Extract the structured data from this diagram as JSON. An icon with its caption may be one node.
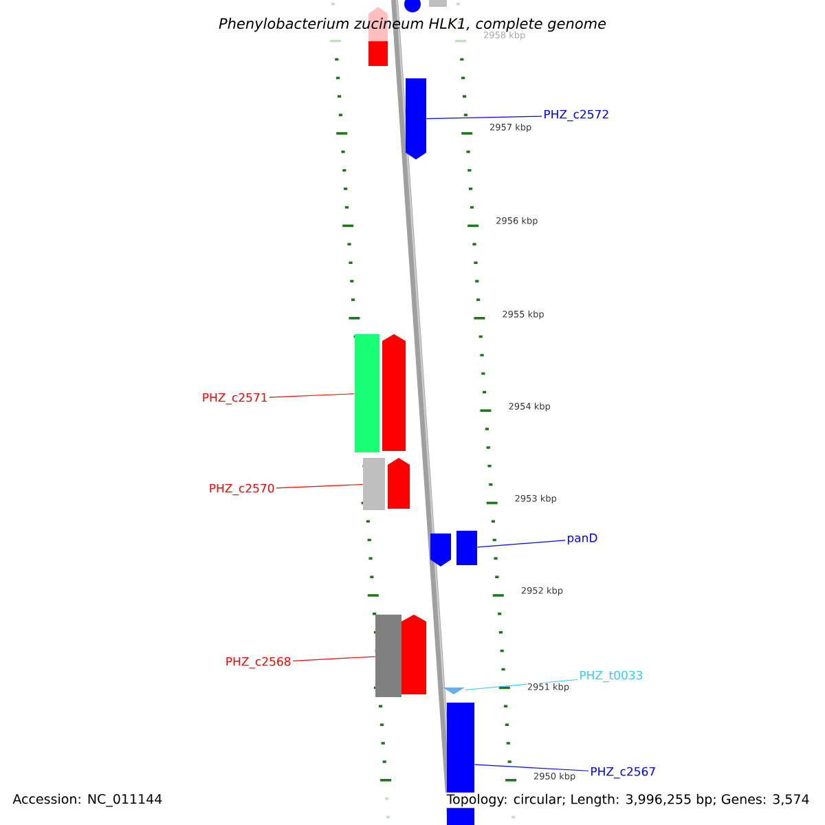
{
  "diagram": {
    "title": "Phenylobacterium zucineum HLK1, complete genome",
    "nodes": [
      {
        "text": [
          "PHZ_c2572"
        ]
      },
      {
        "text": [],
        "shape": "arrow"
      },
      {
        "text": [
          "PHZ_c2571"
        ]
      },
      {
        "text": [],
        "shape": "bar"
      },
      {
        "text": [
          "PHZ_c2570"
        ]
      },
      {
        "text": [],
        "shape": "bar"
      },
      {
        "text": [
          "panD"
        ]
      },
      {
        "text": [],
        "shape": "bar"
      },
      {
        "text": [
          "PHZ_c2568"
        ]
      },
      {
        "text": [],
        "shape": "bar"
      },
      {
        "text": [
          "PHZ_t0033"
        ]
      },
      {
        "text": [],
        "shape": "triangle"
      },
      {
        "text": [
          "PHZ_c2567"
        ]
      },
      {
        "text": [],
        "shape": "bar"
      },
      {
        "text": [],
        "shape": "arrow"
      },
      {
        "text": [],
        "shape": "circle"
      },
      {
        "text": [],
        "shape": "bar"
      },
      {
        "text": [],
        "shape": "arrow"
      },
      {
        "text": [],
        "shape": "arrow"
      },
      {
        "text": [],
        "shape": "arrow"
      },
      {
        "text": [],
        "shape": "arrow"
      }
    ],
    "edges": [
      {
        "from": 0,
        "to": 1,
        "arrow": "none",
        "color": "#0000ff"
      },
      {
        "from": 2,
        "to": 3,
        "arrow": "none",
        "color": "#ff0000"
      },
      {
        "from": 4,
        "to": 5,
        "arrow": "none",
        "color": "#ff0000"
      },
      {
        "from": 6,
        "to": 7,
        "arrow": "none",
        "color": "#0000ff"
      },
      {
        "from": 8,
        "to": 9,
        "arrow": "none",
        "color": "#ff0000"
      },
      {
        "from": 10,
        "to": 11,
        "arrow": "none",
        "color": "#33ccff"
      },
      {
        "from": 12,
        "to": 13,
        "arrow": "none",
        "color": "#0000ff"
      }
    ],
    "labels": [
      "2958 kbp",
      "2957 kbp",
      "2956 kbp",
      "2955 kbp",
      "2954 kbp",
      "2953 kbp",
      "2952 kbp",
      "2951 kbp",
      "2950 kbp",
      "Accession: NC_011144",
      "Topology: circular; Length: 3,996,255 bp; Genes: 3,574"
    ]
  }
}
